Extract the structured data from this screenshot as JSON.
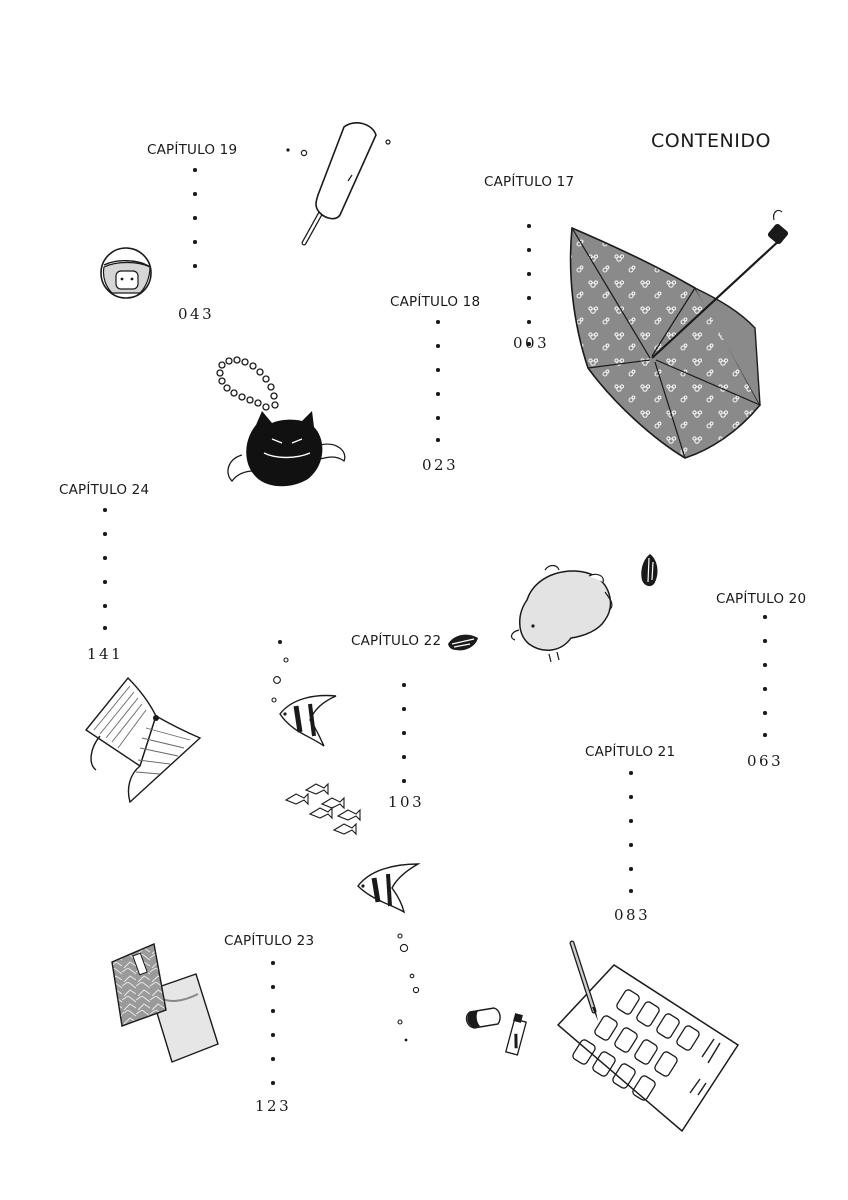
{
  "title": "CONTENIDO",
  "chapters": [
    {
      "label": "CAPÍTULO 17",
      "page": "003"
    },
    {
      "label": "CAPÍTULO 18",
      "page": "023"
    },
    {
      "label": "CAPÍTULO 19",
      "page": "043"
    },
    {
      "label": "CAPÍTULO 20",
      "page": "063"
    },
    {
      "label": "CAPÍTULO 21",
      "page": "083"
    },
    {
      "label": "CAPÍTULO 22",
      "page": "103"
    },
    {
      "label": "CAPÍTULO 23",
      "page": "123"
    },
    {
      "label": "CAPÍTULO 24",
      "page": "141"
    }
  ]
}
